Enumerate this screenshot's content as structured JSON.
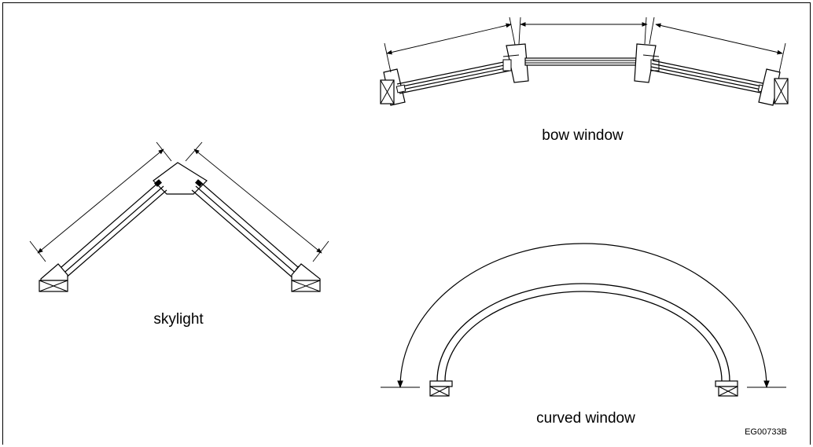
{
  "labels": {
    "bow_window": "bow window",
    "skylight": "skylight",
    "curved_window": "curved window",
    "figure_code": "EG00733B"
  }
}
